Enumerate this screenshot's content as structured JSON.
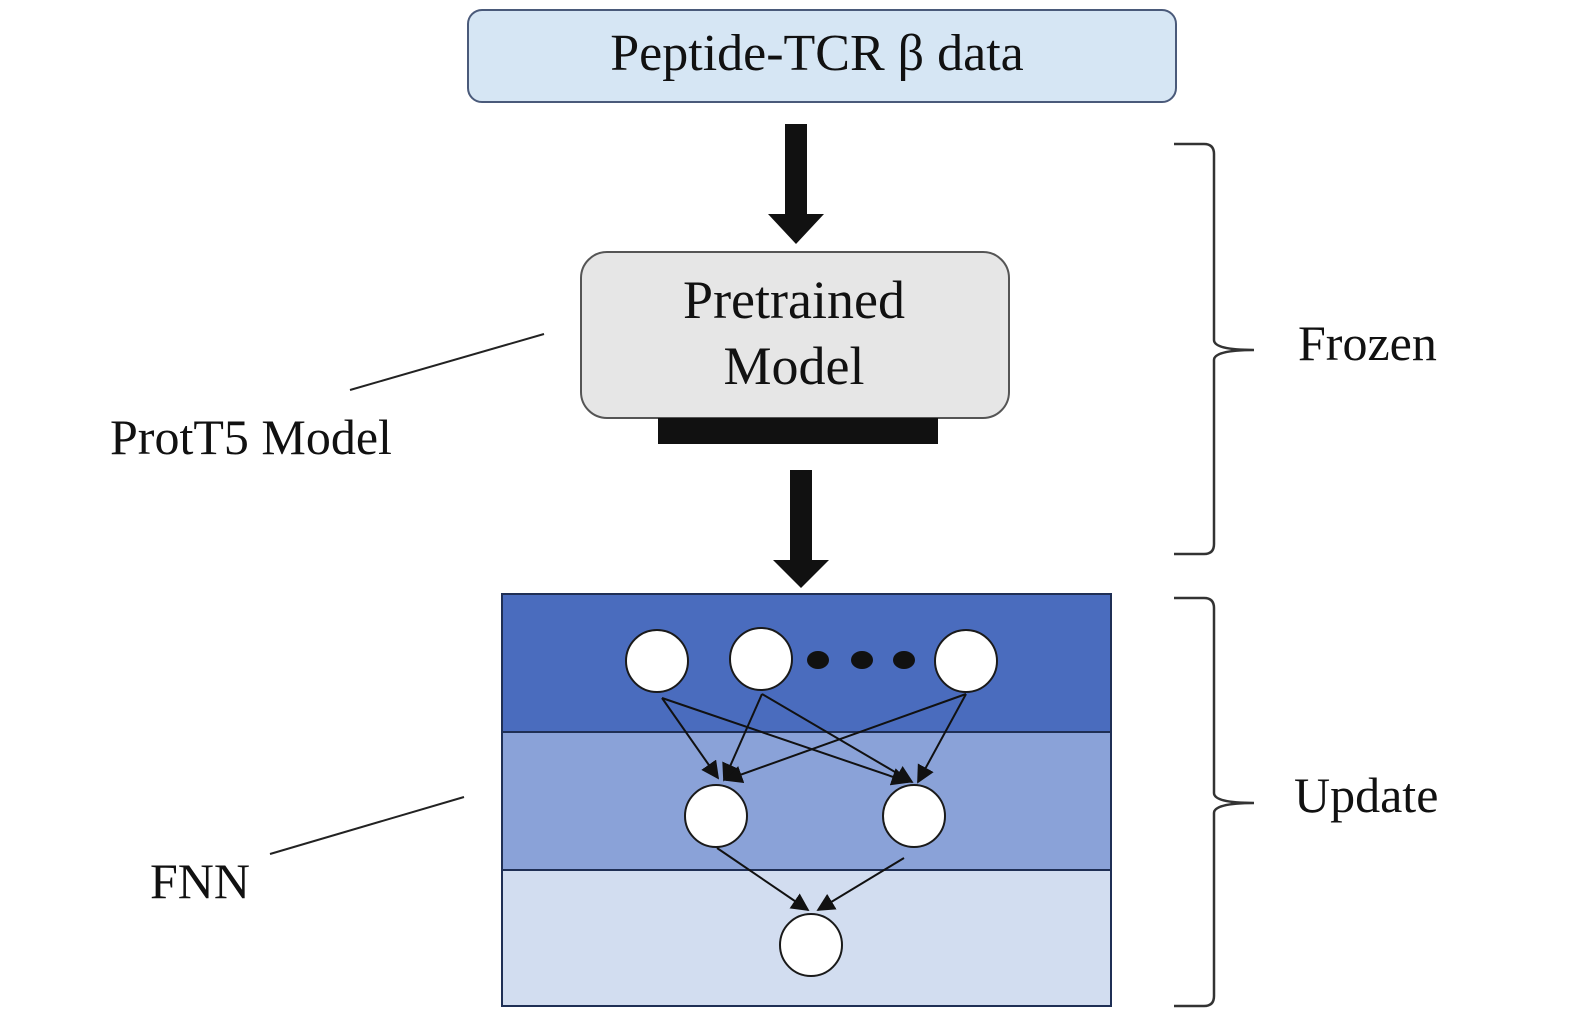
{
  "input_box": {
    "label": "Peptide-TCR β data",
    "fill": "#d6e6f4",
    "stroke": "#4a5a7a"
  },
  "pretrained_box": {
    "line1": "Pretrained",
    "line2": "Model",
    "fill": "#e6e6e6",
    "stroke": "#555555"
  },
  "labels": {
    "prott5": "ProtT5 Model",
    "fnn": "FNN",
    "frozen": "Frozen",
    "update": "Update"
  },
  "fnn_layers": {
    "top_fill": "#4a6cbe",
    "middle_fill": "#8aa2d8",
    "bottom_fill": "#d2ddf0",
    "border": "#1f2f55"
  },
  "colors": {
    "arrow": "#111111",
    "bracket": "#333333",
    "node_fill": "#ffffff",
    "node_stroke": "#1a1a1a"
  }
}
